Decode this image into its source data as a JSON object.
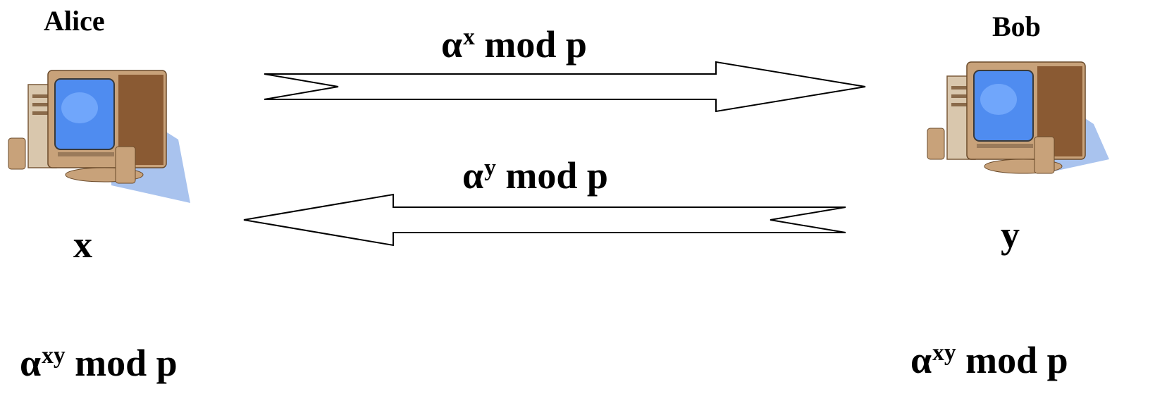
{
  "alice": {
    "name": "Alice",
    "secret": "x",
    "result_base": "α",
    "result_exp": "xy",
    "result_tail": " mod p",
    "computer_icon": "desktop-computer-icon"
  },
  "bob": {
    "name": "Bob",
    "secret": "y",
    "result_base": "α",
    "result_exp": "xy",
    "result_tail": " mod p",
    "computer_icon": "desktop-computer-icon"
  },
  "messages": [
    {
      "direction": "alice-to-bob",
      "base": "α",
      "exp": "x",
      "tail": " mod p"
    },
    {
      "direction": "bob-to-alice",
      "base": "α",
      "exp": "y",
      "tail": " mod p"
    }
  ],
  "colors": {
    "screen_blue": "#4f8cf0",
    "case_tan": "#b98c5e",
    "shadow_blue": "#a9c3ee",
    "arrow_stroke": "#000000",
    "arrow_fill": "#ffffff"
  }
}
